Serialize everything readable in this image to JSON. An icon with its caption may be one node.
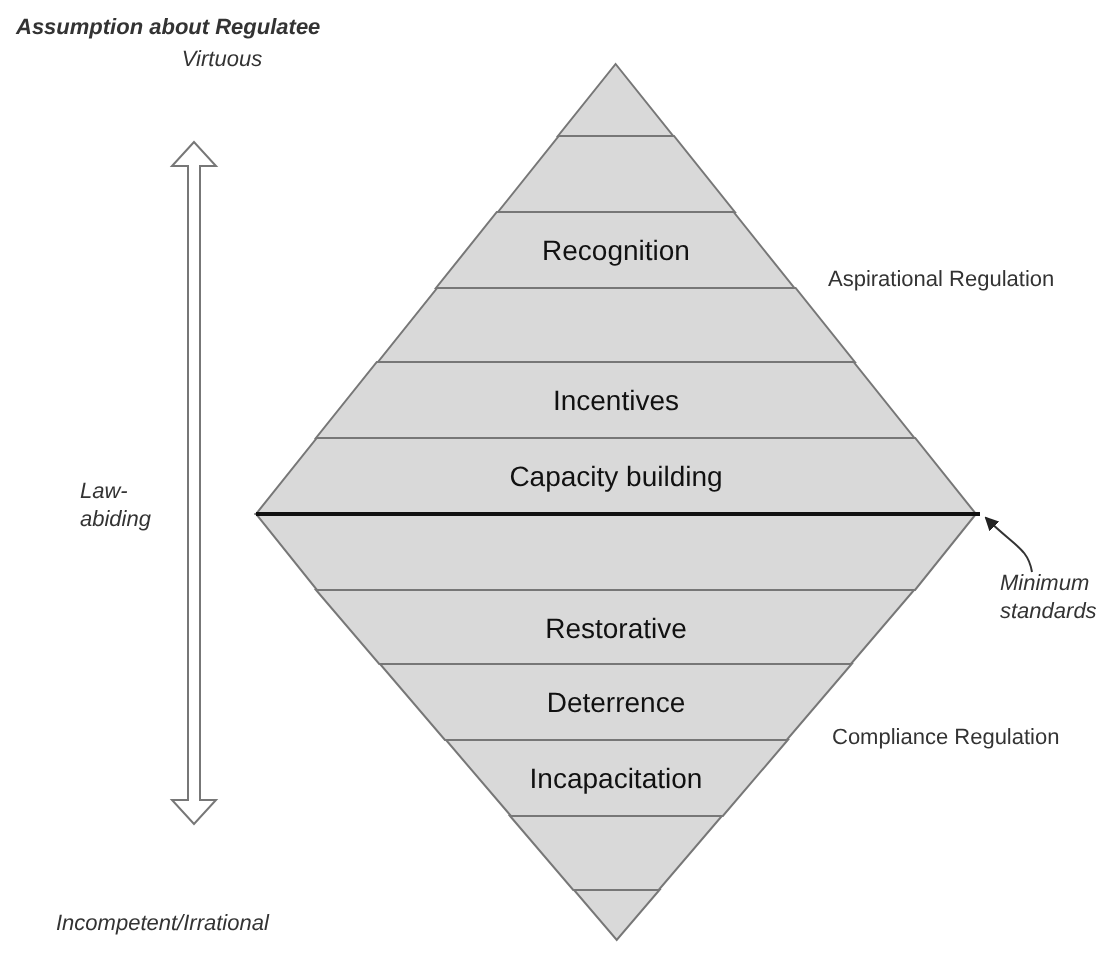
{
  "diagram": {
    "title": "Assumption about Regulatee",
    "nodes": [
      {
        "text": [],
        "shape": "triangle"
      },
      {
        "text": [],
        "shape": "band"
      },
      {
        "text": [
          "Recognition"
        ]
      },
      {
        "text": [],
        "shape": "band"
      },
      {
        "text": [
          "Incentives"
        ]
      },
      {
        "text": [
          "Capacity building"
        ]
      },
      {
        "text": [],
        "shape": "band"
      },
      {
        "text": [
          "Restorative"
        ]
      },
      {
        "text": [
          "Deterrence"
        ]
      },
      {
        "text": [
          "Incapacitation"
        ]
      },
      {
        "text": [],
        "shape": "band"
      },
      {
        "text": [],
        "shape": "triangle"
      },
      {
        "text": [
          "Minimum standards"
        ]
      },
      {
        "text": [],
        "shape": "line"
      }
    ],
    "edges": [
      {
        "from": 12,
        "to": 13,
        "arrow": "to"
      }
    ],
    "labels": [
      "Virtuous",
      "Aspirational Regulation",
      "Law-abiding",
      "Compliance Regulation",
      "Incompetent/Irrational"
    ]
  }
}
